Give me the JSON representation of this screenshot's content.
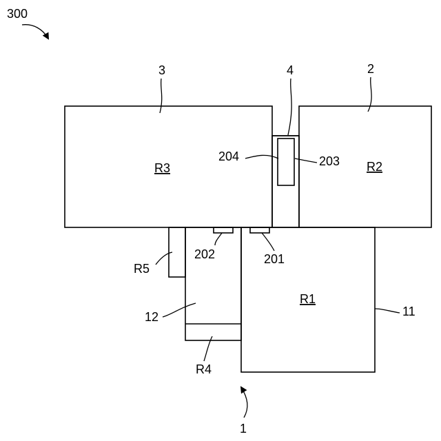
{
  "figure": {
    "reference_numeral": "300",
    "labels": {
      "room_3": "3",
      "room_2": "2",
      "connector_4": "4",
      "unit_1": "1",
      "part_11": "11",
      "part_12": "12",
      "part_201": "201",
      "part_202": "202",
      "part_203": "203",
      "part_204": "204",
      "region_r5": "R5",
      "region_r4": "R4"
    },
    "regions": {
      "r1": "R1",
      "r2": "R2",
      "r3": "R3"
    }
  }
}
